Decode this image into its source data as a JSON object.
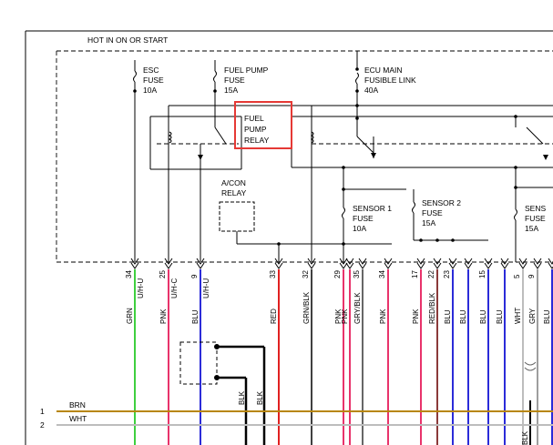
{
  "header": {
    "title": "HOT IN ON OR START"
  },
  "components": {
    "esc_fuse": [
      "ESC",
      "FUSE",
      "10A"
    ],
    "fuel_pump_fuse": [
      "FUEL PUMP",
      "FUSE",
      "15A"
    ],
    "ecu_main": [
      "ECU MAIN",
      "FUSIBLE LINK",
      "40A"
    ],
    "fuel_pump_relay": [
      "FUEL",
      "PUMP",
      "RELAY"
    ],
    "acon_relay": [
      "A/CON",
      "RELAY"
    ],
    "sensor1_fuse": [
      "SENSOR 1",
      "FUSE",
      "10A"
    ],
    "sensor2_fuse": [
      "SENSOR 2",
      "FUSE",
      "15A"
    ],
    "sensor3_fuse": [
      "SENS",
      "FUSE",
      "15A"
    ]
  },
  "highlight": {
    "color": "#e53935"
  },
  "pins": [
    {
      "pin": "34",
      "conn": "U/H-U",
      "wire": "GRN"
    },
    {
      "pin": "25",
      "conn": "U/H-C",
      "wire": "PNK"
    },
    {
      "pin": "9",
      "conn": "U/H-U",
      "wire": "BLU"
    },
    {
      "pin": "33",
      "conn": "",
      "wire": "RED"
    },
    {
      "pin": "32",
      "conn": "",
      "wire": "GRN/BLK"
    },
    {
      "pin": "29",
      "conn": "",
      "wire": "PNK"
    },
    {
      "pin": "",
      "conn": "",
      "wire": "PNK"
    },
    {
      "pin": "35",
      "conn": "",
      "wire": "GRY/BLK"
    },
    {
      "pin": "34",
      "conn": "",
      "wire": "PNK"
    },
    {
      "pin": "17",
      "conn": "",
      "wire": "PNK"
    },
    {
      "pin": "22",
      "conn": "",
      "wire": "RED/BLK"
    },
    {
      "pin": "23",
      "conn": "",
      "wire": "BLU"
    },
    {
      "pin": "",
      "conn": "",
      "wire": "BLU"
    },
    {
      "pin": "15",
      "conn": "",
      "wire": "BLU"
    },
    {
      "pin": "",
      "conn": "",
      "wire": "BLU"
    },
    {
      "pin": "5",
      "conn": "",
      "wire": "WHT"
    },
    {
      "pin": "9",
      "conn": "",
      "wire": "GRY"
    },
    {
      "pin": "",
      "conn": "",
      "wire": "BLU"
    }
  ],
  "lower": {
    "blk_labels": [
      "BLK",
      "BLK"
    ],
    "right_blk": "BLK",
    "rows": [
      {
        "num": "1",
        "label": "BRN",
        "color": "#b8860b"
      },
      {
        "num": "2",
        "label": "WHT",
        "color": "#bdbdbd"
      }
    ]
  },
  "wire_colors": {
    "GRN": "#3fcf3f",
    "PNK": "#e8336b",
    "BLU": "#2b2bd8",
    "RED": "#e02020",
    "GRN/BLK": "#404040",
    "GRY/BLK": "#666666",
    "RED/BLK": "#8b3a3a",
    "WHT": "#bdbdbd",
    "GRY": "#9e9e9e"
  }
}
